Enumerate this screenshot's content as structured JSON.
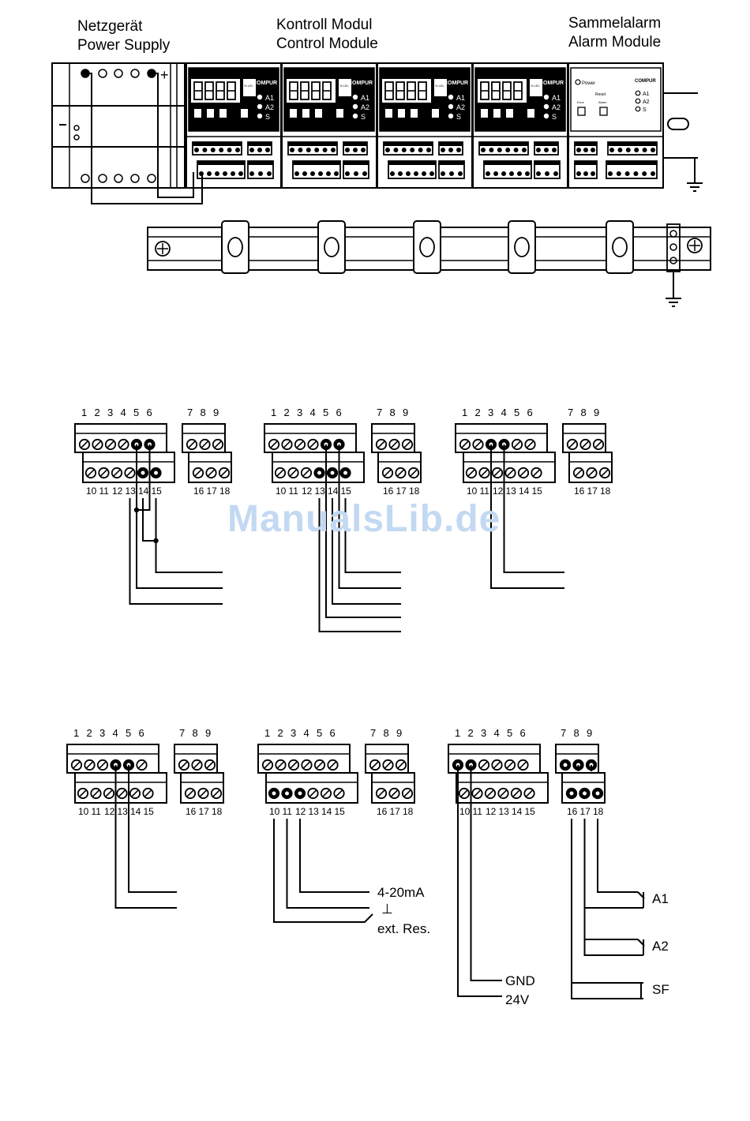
{
  "header": {
    "power_supply_de": "Netzgerät",
    "power_supply_en": "Power Supply",
    "control_de": "Kontroll Modul",
    "control_en": "Control Module",
    "alarm_de": "Sammelalarm",
    "alarm_en": "Alarm Module"
  },
  "rack": {
    "brand": "COMPUR",
    "led_labels": [
      "A1",
      "A2",
      "S"
    ],
    "percent_label": "% LEL",
    "alarm_power_label": "Power",
    "alarm_reset_label": "Reset",
    "alarm_error_label": "Error",
    "alarm_alarm_label": "Alarm",
    "plus_sign": "+"
  },
  "terminals": {
    "top_left": [
      "1",
      "2",
      "3",
      "4",
      "5",
      "6"
    ],
    "top_right": [
      "7",
      "8",
      "9"
    ],
    "bottom_left": [
      "10",
      "11",
      "12",
      "13",
      "14",
      "15"
    ],
    "bottom_right": [
      "16",
      "17",
      "18"
    ]
  },
  "wiring_labels": {
    "current_out": "4-20mA",
    "ground_symbol": "⊥",
    "ext_reset": "ext. Res.",
    "gnd": "GND",
    "supply": "24V",
    "relay_a1": "A1",
    "relay_a2": "A2",
    "relay_sf": "SF"
  },
  "watermark": "ManualsLib.de"
}
